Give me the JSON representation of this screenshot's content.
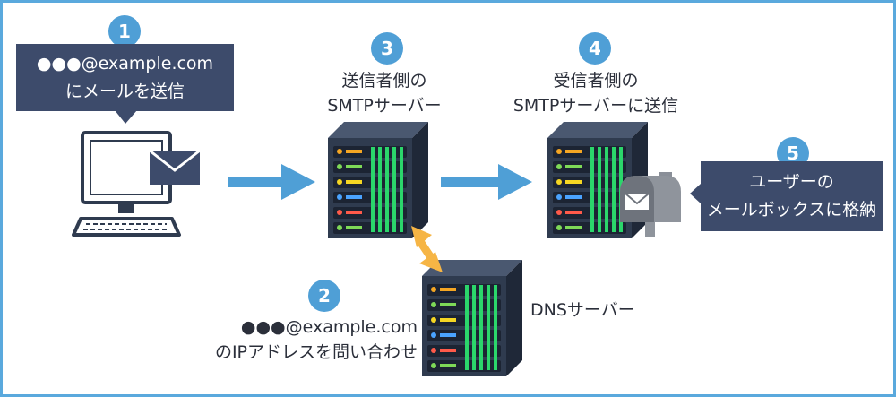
{
  "steps": {
    "s1": "1",
    "s2": "2",
    "s3": "3",
    "s4": "4",
    "s5": "5"
  },
  "callout_send": {
    "line1": "●●●@example.com",
    "line2": "にメールを送信"
  },
  "sender_server": {
    "line1": "送信者側の",
    "line2": "SMTPサーバー"
  },
  "receiver_server": {
    "line1": "受信者側の",
    "line2": "SMTPサーバーに送信"
  },
  "callout_mailbox": {
    "line1": "ユーザーの",
    "line2": "メールボックスに格納"
  },
  "dns_query": {
    "line1": "●●●@example.com",
    "line2": "のIPアドレスを問い合わせ"
  },
  "dns_server": {
    "label": "DNSサーバー"
  },
  "colors": {
    "frame": "#5aa9dd",
    "badge": "#4f9fd6",
    "callout": "#3d4b6b",
    "arrow_blue": "#4f9fd6",
    "arrow_orange": "#f6b545",
    "server_body": "#2f3b4f"
  },
  "icons": {
    "computer": "desktop-computer-icon",
    "envelope": "envelope-icon",
    "server": "server-rack-icon",
    "mailbox": "mailbox-icon"
  }
}
